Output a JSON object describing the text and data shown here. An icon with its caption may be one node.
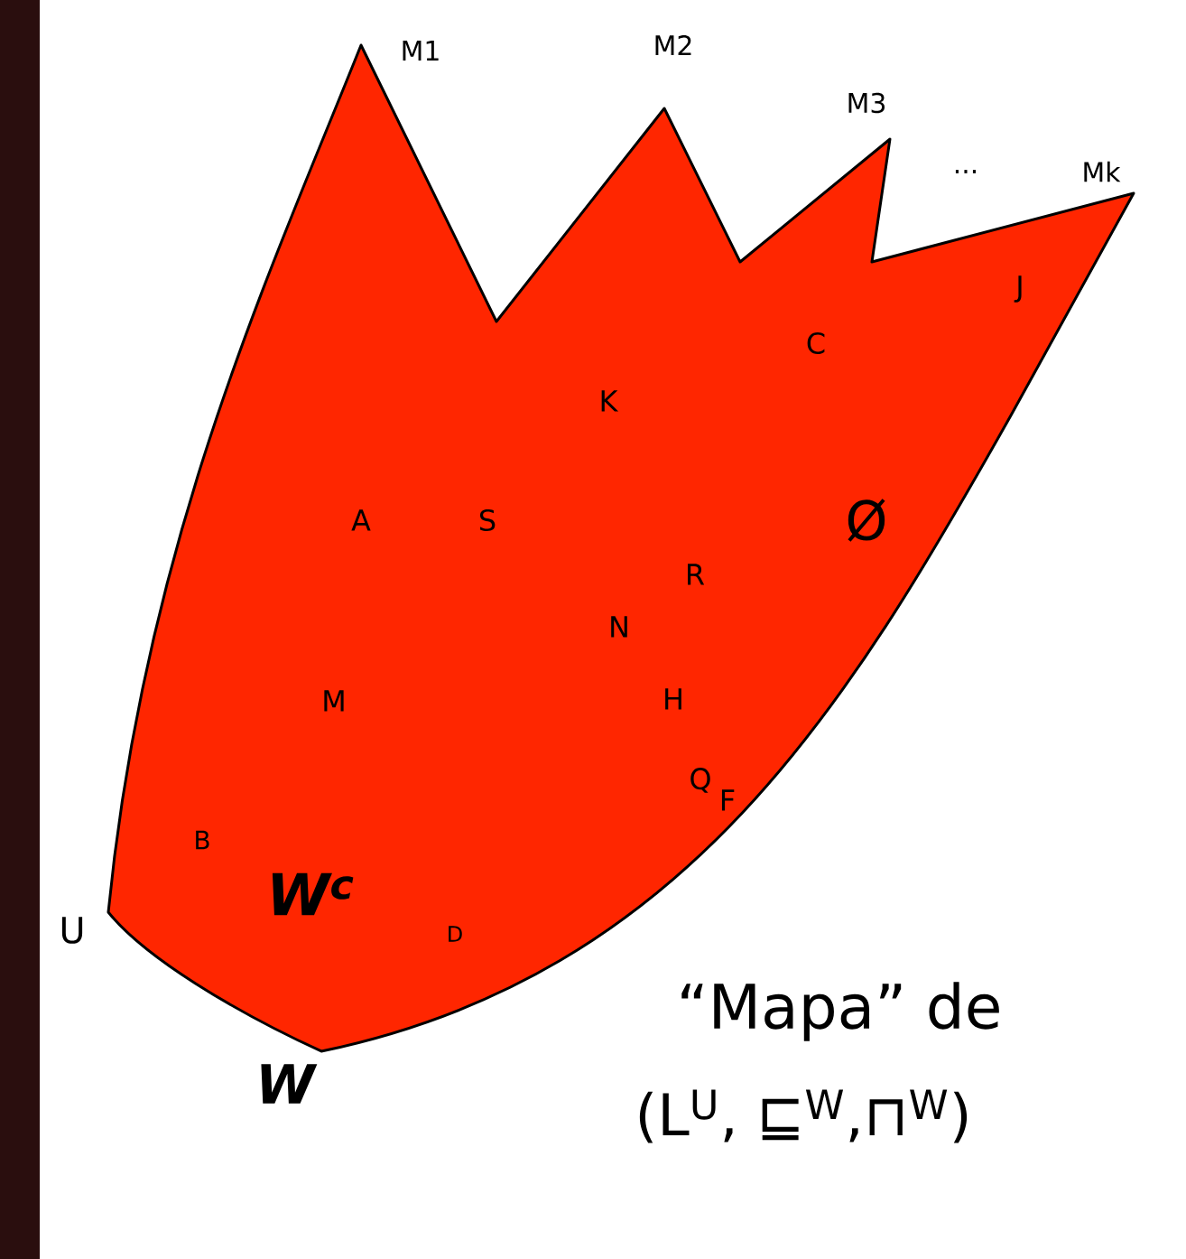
{
  "diagram": {
    "labels": [
      "M1",
      "M2",
      "M3",
      "...",
      "Mk",
      "J",
      "C",
      "K",
      "A",
      "S",
      "Ø",
      "R",
      "N",
      "M",
      "H",
      "Q",
      "F",
      "B",
      "W$^{c}$",
      "U",
      "D",
      "“Mapa” de",
      "W",
      "(L$^{U}$, ⊑$^{W}$,⊓$^{W}$)"
    ]
  }
}
